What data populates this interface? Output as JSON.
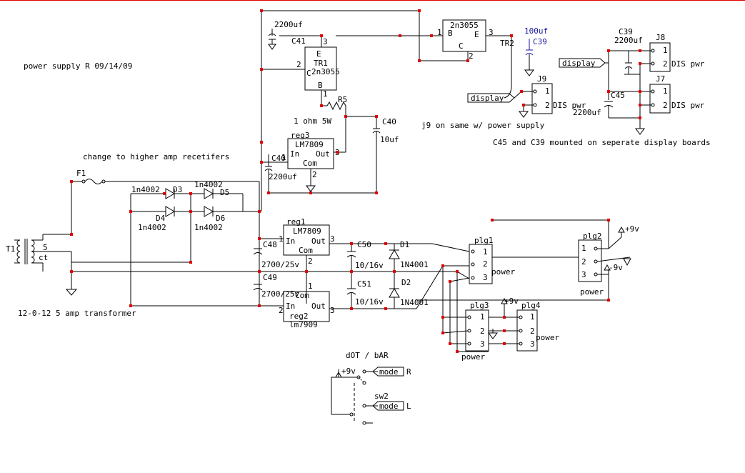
{
  "texts": {
    "title": "power supply R 09/14/09",
    "change_note": "change to higher amp recetifers",
    "transformer_note": "12-0-12 5 amp transformer",
    "j9_note": "j9 on same w/ power supply",
    "c45_note": "C45 and C39 mounted on seperate display  boards",
    "dot_bar": "dOT / bAR",
    "sw2": "sw2",
    "mode_r": "R",
    "mode_l": "L",
    "one_ohm": "1 ohm 5W"
  },
  "components": {
    "t1": "T1",
    "t1_5": "5",
    "t1_ct": "ct",
    "f1": "F1",
    "d3": "D3",
    "d4": "D4",
    "d5": "D5",
    "d6": "D6",
    "d3_val": "1n4002",
    "d4_val": "1n4002",
    "d5_val": "1n4002",
    "d6_val": "1n4002",
    "c41": "C41",
    "c41_val": "2200uf",
    "tr1": "TR1",
    "tr1_val": "2n3055",
    "tr1_e": "E",
    "tr1_b": "B",
    "tr1_c": "C",
    "tr2": "TR2",
    "tr2_val": "2n3055",
    "tr2_b": "B",
    "tr2_e": "E",
    "tr2_c": "C",
    "r5": "R5",
    "c40a": "C40",
    "c40a_val": "10uf",
    "c40b": "C40",
    "c40b_val": "2200uf",
    "reg3": "reg3",
    "reg3_part": "LM7809",
    "reg1": "reg1",
    "reg1_part": "LM7809",
    "reg2": "reg2",
    "reg2_part": "lm7909",
    "in": "In",
    "out": "Out",
    "com": "Com",
    "c48": "C48",
    "c49": "C49",
    "c48_val": "2700/25v",
    "c49_val": "2700/25v",
    "c50": "C50",
    "c51": "C51",
    "c50_val": "10/16v",
    "c51_val": "10/16v",
    "d1": "D1",
    "d2": "D2",
    "d1_val": "1N4001",
    "d2_val": "1N4001",
    "c39_blue": "C39",
    "c39_blue_val": "100uf",
    "j9": "J9",
    "dis_pwr": "DIS pwr",
    "display": "display",
    "j8": "J8",
    "j7": "J7",
    "c39": "C39",
    "c39_val": "2200uf",
    "c45": "C45",
    "c45_val": "2200uf",
    "plg1": "plg1",
    "plg2": "plg2",
    "plg3": "plg3",
    "plg4": "plg4",
    "power": "power",
    "p9v": "+9v",
    "m9v": "-9v",
    "mode": "mode",
    "pin1": "1",
    "pin2": "2",
    "pin3": "3"
  },
  "colors": {
    "junction": "#e00000",
    "wire": "#000000",
    "blue": "#1a1aa0"
  }
}
